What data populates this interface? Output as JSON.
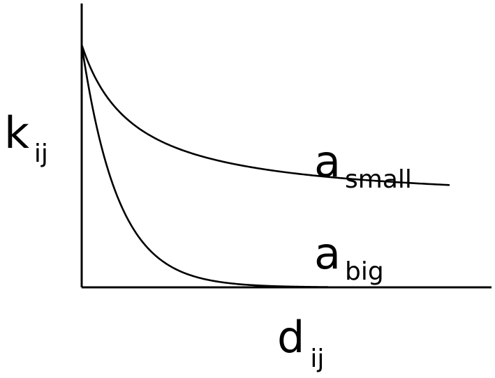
{
  "chart_data": {
    "type": "line",
    "title": "",
    "x_label": {
      "base": "d",
      "subscript": "ij"
    },
    "y_label": {
      "base": "k",
      "subscript": "ij"
    },
    "series": [
      {
        "name_base": "a",
        "name_subscript": "small",
        "color": "#000000",
        "shape": "slow-decay"
      },
      {
        "name_base": "a",
        "name_subscript": "big",
        "color": "#000000",
        "shape": "fast-decay"
      }
    ],
    "grid": false
  }
}
